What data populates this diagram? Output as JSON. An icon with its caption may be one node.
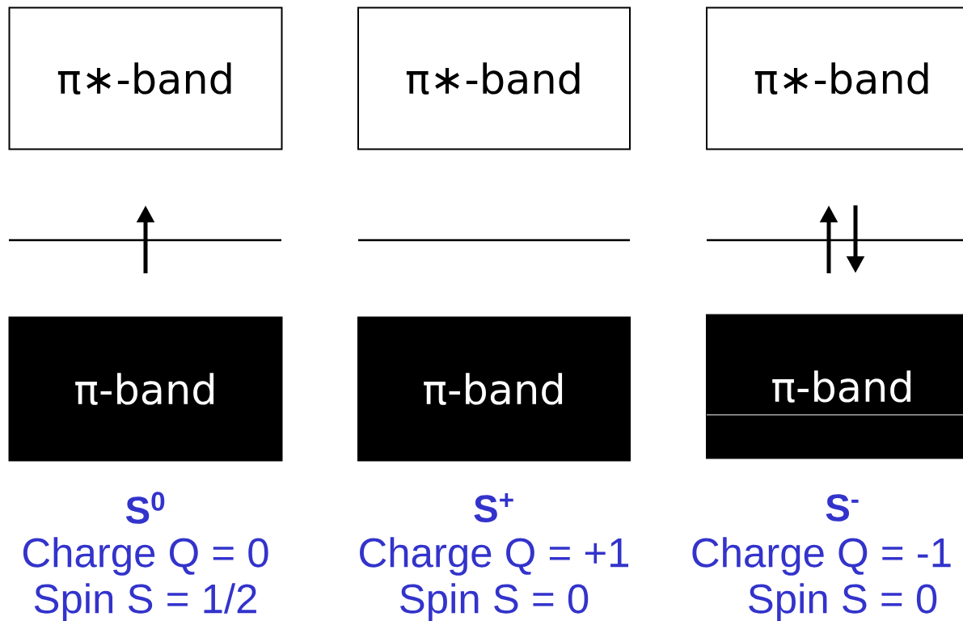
{
  "diagram": {
    "nodes": [
      {
        "text": [
          "π∗-band"
        ]
      },
      {
        "text": [
          "π∗-band"
        ]
      },
      {
        "text": [
          "π∗-band"
        ]
      },
      {
        "text": [
          "π-band"
        ]
      },
      {
        "text": [
          "π-band"
        ]
      },
      {
        "text": [
          "π-band"
        ]
      }
    ],
    "labels": [
      "S$^{0}$",
      "S$^{+}$",
      "S$^{-}$",
      "Charge Q = 0",
      "Charge Q = +1",
      "Charge Q = -1",
      "Spin S = 1/2",
      "Spin S = 0",
      "Spin S = 0"
    ]
  }
}
